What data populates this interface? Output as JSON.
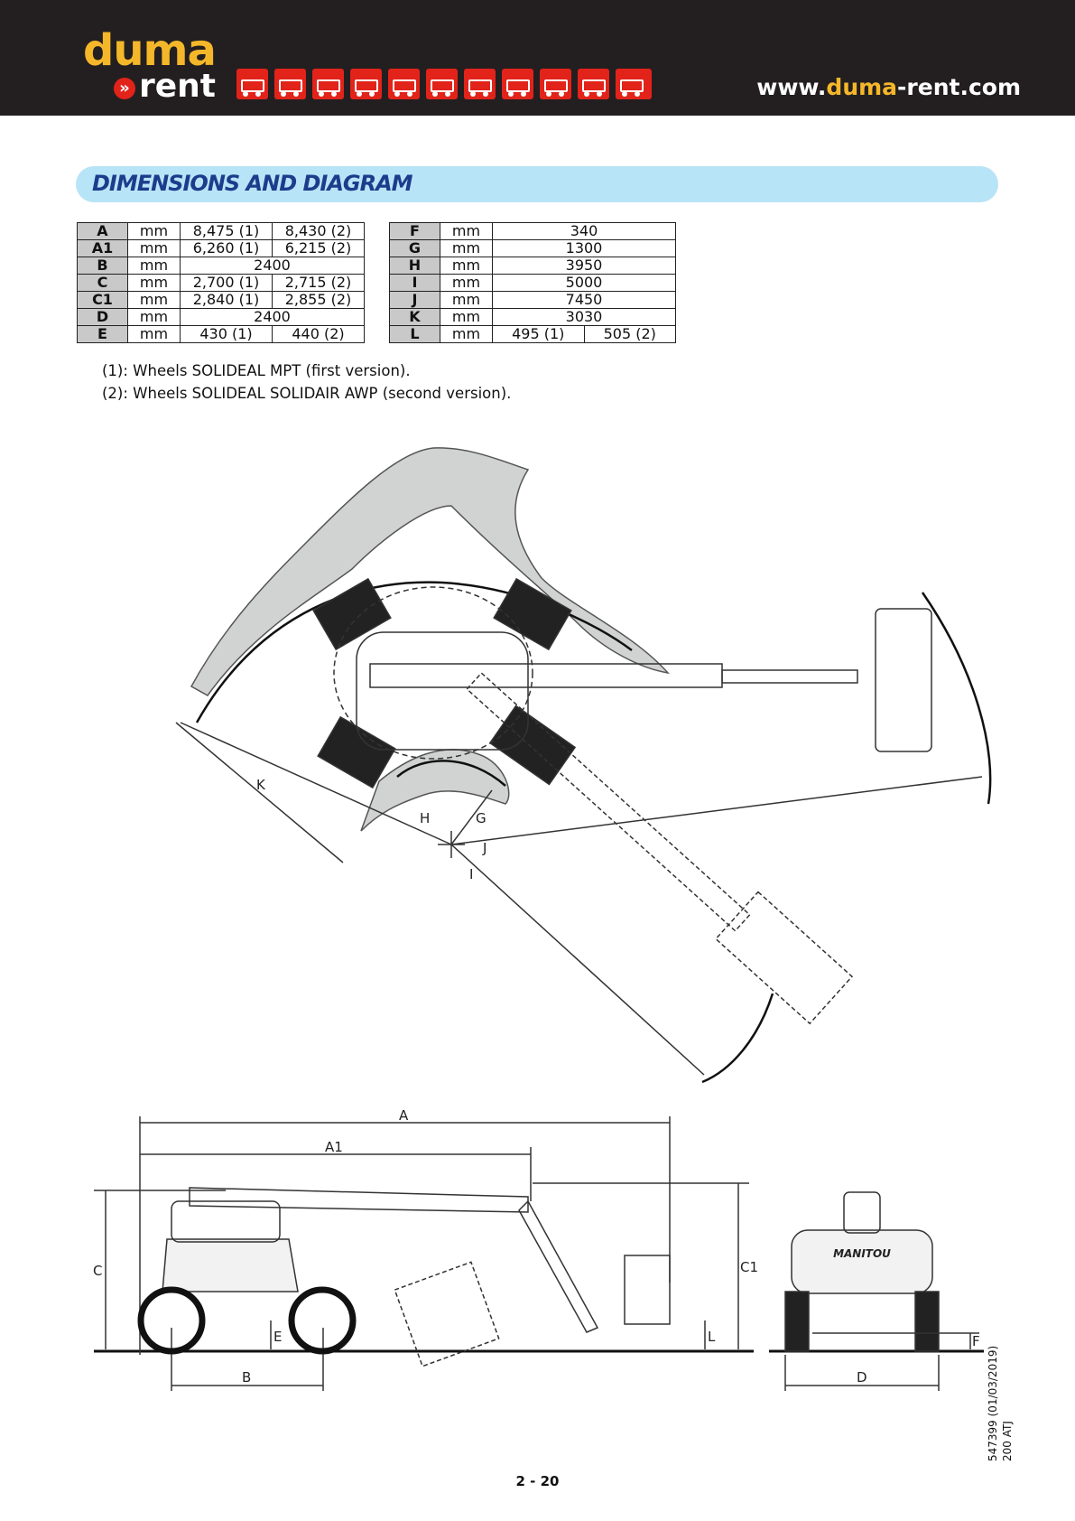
{
  "header": {
    "logo_top": "duma",
    "logo_arrow": "»",
    "logo_bottom": "rent",
    "website_prefix": "www.",
    "website_brand": "duma",
    "website_suffix": "-rent.com",
    "machine_icons": [
      "skid-steer-icon",
      "forklift-icon",
      "scissor-lift-icon",
      "pallet-truck-icon",
      "wheel-loader-icon",
      "compact-loader-icon",
      "truck-mounted-lift-icon",
      "excavator-icon",
      "telehandler-icon",
      "articulating-boom-icon",
      "trailer-lift-icon"
    ],
    "brand_color": "#e2231a",
    "accent_color": "#f5b72a"
  },
  "section": {
    "title": "DIMENSIONS AND DIAGRAM"
  },
  "table_left": [
    {
      "key": "A",
      "unit": "mm",
      "v1": "8,475 (1)",
      "v2": "8,430 (2)"
    },
    {
      "key": "A1",
      "unit": "mm",
      "v1": "6,260 (1)",
      "v2": "6,215 (2)"
    },
    {
      "key": "B",
      "unit": "mm",
      "v": "2400"
    },
    {
      "key": "C",
      "unit": "mm",
      "v1": "2,700 (1)",
      "v2": "2,715 (2)"
    },
    {
      "key": "C1",
      "unit": "mm",
      "v1": "2,840 (1)",
      "v2": "2,855 (2)"
    },
    {
      "key": "D",
      "unit": "mm",
      "v": "2400"
    },
    {
      "key": "E",
      "unit": "mm",
      "v1": "430 (1)",
      "v2": "440 (2)"
    }
  ],
  "table_right": [
    {
      "key": "F",
      "unit": "mm",
      "v": "340"
    },
    {
      "key": "G",
      "unit": "mm",
      "v": "1300"
    },
    {
      "key": "H",
      "unit": "mm",
      "v": "3950"
    },
    {
      "key": "I",
      "unit": "mm",
      "v": "5000"
    },
    {
      "key": "J",
      "unit": "mm",
      "v": "7450"
    },
    {
      "key": "K",
      "unit": "mm",
      "v": "3030"
    },
    {
      "key": "L",
      "unit": "mm",
      "v1": "495 (1)",
      "v2": "505 (2)"
    }
  ],
  "notes": {
    "note1": "(1): Wheels SOLIDEAL MPT (first version).",
    "note2": "(2): Wheels SOLIDEAL SOLIDAIR AWP (second version)."
  },
  "diagram_labels": {
    "K": "K",
    "H": "H",
    "G": "G",
    "J": "J",
    "I": "I",
    "A": "A",
    "A1": "A1",
    "C": "C",
    "C1": "C1",
    "E": "E",
    "B": "B",
    "L": "L",
    "D": "D",
    "F": "F",
    "brand_plate": "MANITOU"
  },
  "footer": {
    "page": "2 - 20",
    "doc_ref_line1": "547399 (01/03/2019)",
    "doc_ref_line2": "200 ATJ"
  }
}
